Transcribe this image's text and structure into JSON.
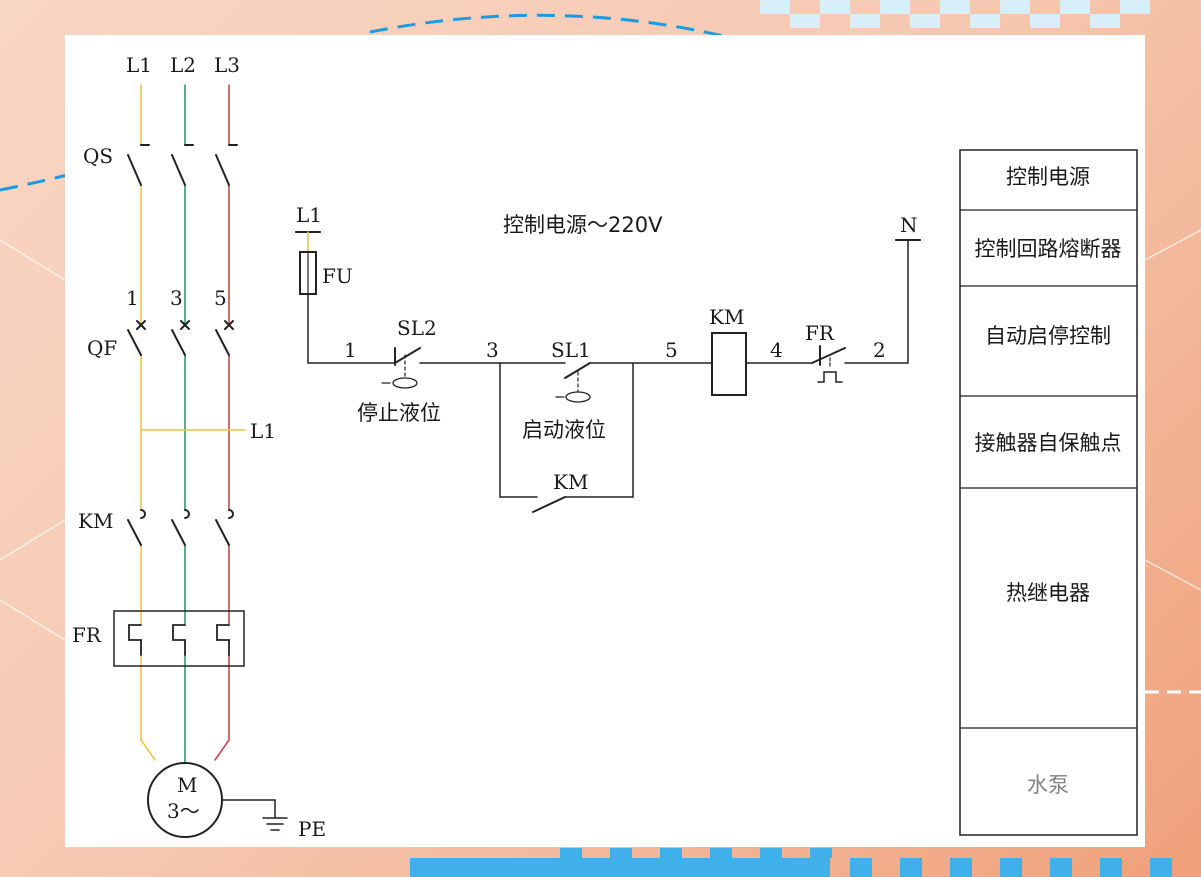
{
  "colors": {
    "phase_l1": "#e8c64a",
    "phase_l2": "#2f9a6a",
    "phase_l3": "#c9474a",
    "wire": "#333333",
    "background": "#f6c9b2"
  },
  "power_circuit": {
    "phase_labels": [
      "L1",
      "L2",
      "L3"
    ],
    "qs_label": "QS",
    "qf_label": "QF",
    "qf_terminals": [
      "1",
      "3",
      "5"
    ],
    "tap_label": "L1",
    "km_label": "KM",
    "fr_label": "FR",
    "motor_label": "M",
    "motor_sub": "3～",
    "pe_label": "PE"
  },
  "control_circuit": {
    "title": "控制电源～220V",
    "l1_label": "L1",
    "n_label": "N",
    "fu_label": "FU",
    "sl2_label": "SL2",
    "sl2_desc": "停止液位",
    "sl1_label": "SL1",
    "sl1_desc": "启动液位",
    "km_coil_label": "KM",
    "km_aux_label": "KM",
    "fr_label": "FR",
    "nodes": [
      "1",
      "3",
      "5",
      "4",
      "2"
    ]
  },
  "legend": [
    "控制电源",
    "控制回路熔断器",
    "自动启停控制",
    "接触器自保触点",
    "热继电器",
    "水泵"
  ]
}
